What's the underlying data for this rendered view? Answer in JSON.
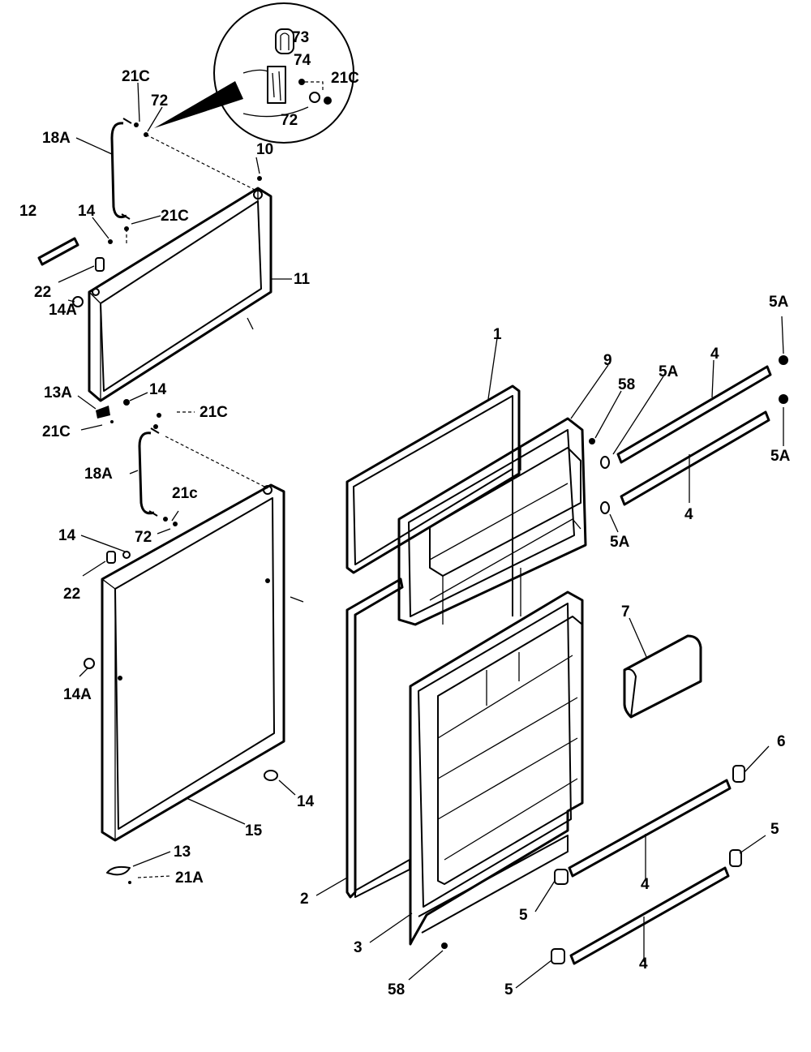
{
  "labels": {
    "l73": "73",
    "l74": "74",
    "l21C_top": "21C",
    "l21C_zoom": "21C",
    "l72_top": "72",
    "l72_zoom": "72",
    "l18A_top": "18A",
    "l10": "10",
    "l12": "12",
    "l14_a": "14",
    "l21C_b": "21C",
    "l22_a": "22",
    "l11": "11",
    "l14A_a": "14A",
    "l13A": "13A",
    "l14_b": "14",
    "l21C_c": "21C",
    "l21C_d": "21C",
    "l18A_bot": "18A",
    "l21c_e": "21c",
    "l14_c": "14",
    "l72_bot": "72",
    "l22_b": "22",
    "l14A_b": "14A",
    "l14_d": "14",
    "l15": "15",
    "l13": "13",
    "l21A": "21A",
    "l1": "1",
    "l9": "9",
    "l58_a": "58",
    "l5A_a": "5A",
    "l4_a": "4",
    "l5A_b": "5A",
    "l5A_c": "5A",
    "l4_b": "4",
    "l5A_d": "5A",
    "l7": "7",
    "l6": "6",
    "l5_a": "5",
    "l4_c": "4",
    "l5_b": "5",
    "l2": "2",
    "l3": "3",
    "l4_d": "4",
    "l58_b": "58",
    "l5_c": "5"
  }
}
